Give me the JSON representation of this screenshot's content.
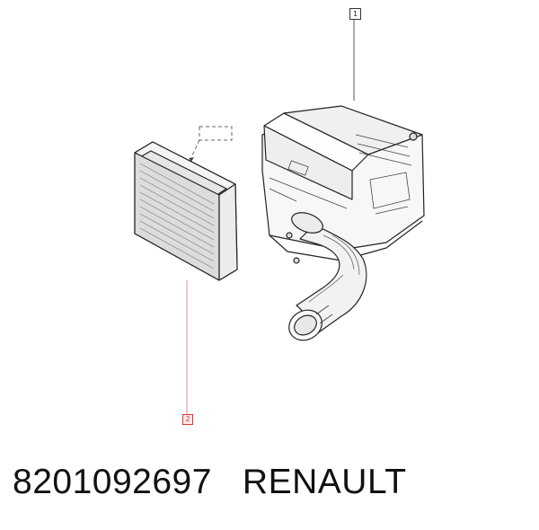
{
  "callouts": [
    {
      "label": "1",
      "part": "air-filter-housing"
    },
    {
      "label": "2",
      "part": "air-filter-element"
    }
  ],
  "caption": {
    "part_number": "8201092697",
    "brand": "RENAULT"
  },
  "colors": {
    "line": "#333333",
    "callout_highlight": "#d23a3a"
  }
}
